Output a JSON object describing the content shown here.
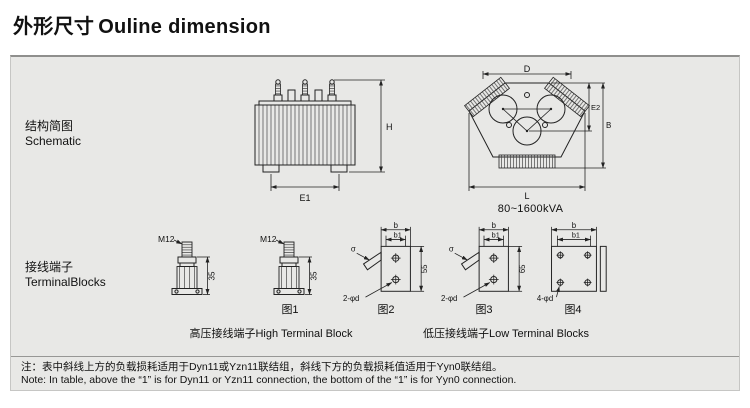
{
  "page": {
    "title_zh": "外形尺寸",
    "title_en": "Ouline dimension"
  },
  "sections": {
    "schematic": {
      "label_zh": "结构简图",
      "label_en": "Schematic"
    },
    "terminal": {
      "label_zh": "接线端子",
      "label_en": "TerminalBlocks"
    }
  },
  "schematic": {
    "side": {
      "dim_h": "H",
      "dim_e1": "E1"
    },
    "top": {
      "dim_d": "D",
      "dim_e2": "E2",
      "dim_b": "B",
      "dim_l": "L"
    },
    "rating": "80~1600kVA"
  },
  "terminal": {
    "bolt_a": {
      "thread": "M12",
      "dim_h": "35"
    },
    "bolt_b": {
      "thread": "M12",
      "dim_h": "35",
      "caption": "图1"
    },
    "plate_a": {
      "caption": "图2",
      "dim_b": "b",
      "dim_b1": "b1",
      "dim_v": "55",
      "holes": "2-φd",
      "thickness": "σ"
    },
    "plate_b": {
      "caption": "图3",
      "dim_b": "b",
      "dim_b1": "b1",
      "dim_v": "65",
      "holes": "2-φd",
      "thickness": "σ"
    },
    "plate_c": {
      "caption": "图4",
      "dim_b": "b",
      "dim_b1": "b1",
      "holes": "4-φd"
    },
    "high_caption": "高压接线端子High Terminal Block",
    "low_caption": "低压接线端子Low Terminal Blocks"
  },
  "note": {
    "line_zh": "注：表中斜线上方的负载损耗适用于Dyn11或Yzn11联结组，斜线下方的负载损耗值适用于Yyn0联结组。",
    "line_en": "Note: In table, above the “1” is for Dyn11 or Yzn11 connection, the bottom of the “1” is for Yyn0 connection."
  },
  "colors": {
    "panel_bg": "#e8e8e6",
    "line": "#222222"
  }
}
